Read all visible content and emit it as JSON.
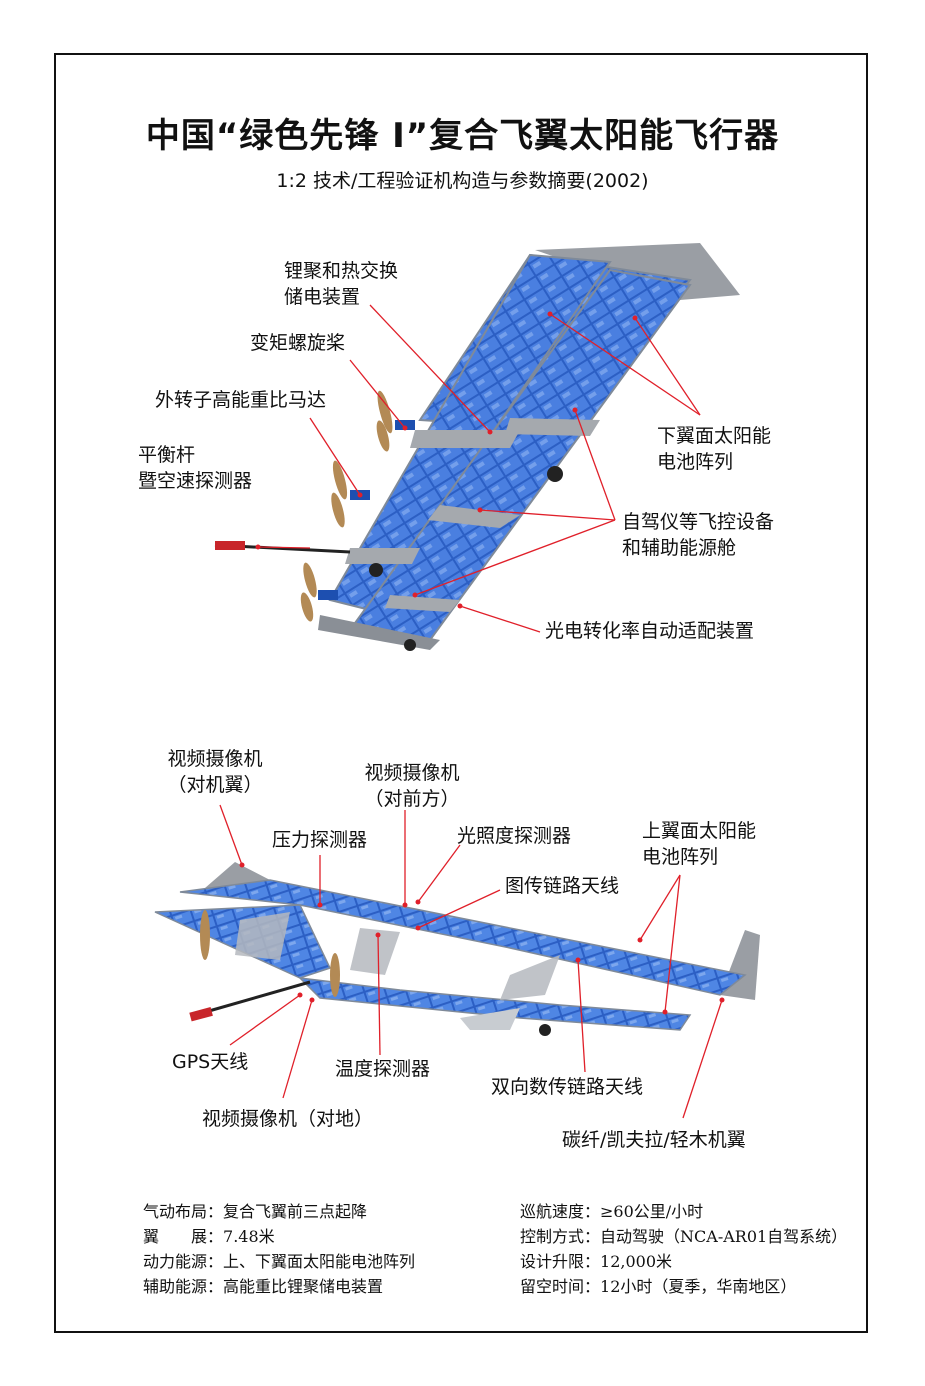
{
  "title": "中国“绿色先锋 I”复合飞翼太阳能飞行器",
  "subtitle": "1:2 技术/工程验证机构造与参数摘要(2002)",
  "top_labels": {
    "battery_1": "锂聚和热交换",
    "battery_2": "储电装置",
    "propeller": "变矩螺旋桨",
    "motor": "外转子高能重比马达",
    "balance_1": "平衡杆",
    "balance_2": "暨空速探测器",
    "lower_solar_1": "下翼面太阳能",
    "lower_solar_2": "电池阵列",
    "autopilot_1": "自驾仪等飞控设备",
    "autopilot_2": "和辅助能源舱",
    "photo_adapt": "光电转化率自动适配装置"
  },
  "bottom_labels": {
    "cam_wing_1": "视频摄像机",
    "cam_wing_2": "（对机翼）",
    "cam_front_1": "视频摄像机",
    "cam_front_2": "（对前方）",
    "pressure": "压力探测器",
    "light": "光照度探测器",
    "upper_solar_1": "上翼面太阳能",
    "upper_solar_2": "电池阵列",
    "image_link": "图传链路天线",
    "gps": "GPS天线",
    "temperature": "温度探测器",
    "datalink": "双向数传链路天线",
    "cam_ground": "视频摄像机（对地）",
    "wing_material": "碳纤/凯夫拉/轻木机翼"
  },
  "specs_left": [
    {
      "key": "气动布局：",
      "value": "复合飞翼前三点起降"
    },
    {
      "key": "翼　　展：",
      "value": "7.48米"
    },
    {
      "key": "动力能源：",
      "value": "上、下翼面太阳能电池阵列"
    },
    {
      "key": "辅助能源：",
      "value": "高能重比锂聚储电装置"
    }
  ],
  "specs_right": [
    {
      "key": "巡航速度：",
      "value": "≥60公里/小时"
    },
    {
      "key": "控制方式：",
      "value": "自动驾驶（NCA-AR01自驾系统）"
    },
    {
      "key": "设计升限：",
      "value": "12,000米"
    },
    {
      "key": "留空时间：",
      "value": "12小时（夏季，华南地区）"
    }
  ],
  "colors": {
    "solar": "#2f63c9",
    "solar_light": "#7aa6ee",
    "leader": "#e0202a",
    "wing_gray": "#9a9ea4"
  }
}
